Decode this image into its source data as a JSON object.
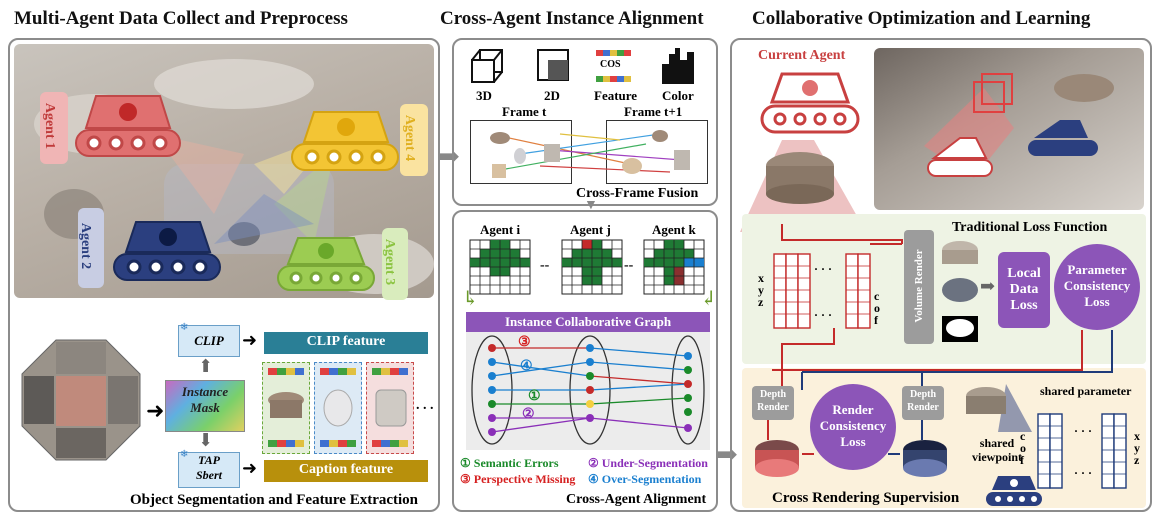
{
  "titles": {
    "left": "Multi-Agent Data Collect and Preprocess",
    "middle": "Cross-Agent Instance Alignment",
    "right": "Collaborative Optimization and Learning"
  },
  "left_panel": {
    "agents": [
      "Agent 1",
      "Agent 2",
      "Agent 3",
      "Agent 4"
    ],
    "clip_box": "CLIP",
    "tap_box": "TAP\nSbert",
    "instance_mask": "Instance\nMask",
    "clip_feature": "CLIP feature",
    "caption_feature": "Caption feature",
    "ellipsis": ". . .",
    "caption": "Object Segmentation and Feature Extraction"
  },
  "middle_panel": {
    "cues": [
      "3D",
      "2D",
      "Feature",
      "Color"
    ],
    "cos": "COS",
    "frame_t": "Frame t",
    "frame_t1": "Frame t+1",
    "cross_frame": "Cross-Frame Fusion",
    "grid_agents": [
      "Agent i",
      "Agent j",
      "Agent k"
    ],
    "dash": "--",
    "graph_title": "Instance Collaborative Graph",
    "legend": [
      {
        "num": "①",
        "text": "Semantic Errors",
        "color": "#1a8a2a"
      },
      {
        "num": "②",
        "text": "Under-Segmentation",
        "color": "#8a2fb8"
      },
      {
        "num": "③",
        "text": "Perspective Missing",
        "color": "#d62020"
      },
      {
        "num": "④",
        "text": "Over-Segmentation",
        "color": "#1a7fcf"
      }
    ],
    "circled": [
      "③",
      "④",
      "①",
      "②"
    ],
    "caption": "Cross-Agent Alignment"
  },
  "right_panel": {
    "current_agent": "Current Agent",
    "traditional": "Traditional Loss Function",
    "xyz": "x\ny\nz",
    "cof": "c\no\nf",
    "dots": "· · ·",
    "volume_render": "Volume Render",
    "local_loss": "Local\nData\nLoss",
    "param_loss": "Parameter\nConsistency\nLoss",
    "depth_render": "Depth\nRender",
    "render_loss": "Render\nConsistency\nLoss",
    "shared_parameter": "shared parameter",
    "shared_viewpoint": "shared\nviewpoint",
    "caption": "Cross Rendering Supervision"
  },
  "colors": {
    "agent1": "#e07070",
    "agent2": "#2b3f7f",
    "agent3": "#9ccc52",
    "agent4": "#f3c534",
    "clip_teal": "#2a7f96",
    "caption_gold": "#b8900c",
    "purple": "#8c55b8",
    "grid_green": "#1f7a35",
    "red_line": "#c42a2a",
    "blue_line": "#1f3b7a",
    "green_bg": "#eef3e4",
    "cream_bg": "#fbf1dc"
  }
}
